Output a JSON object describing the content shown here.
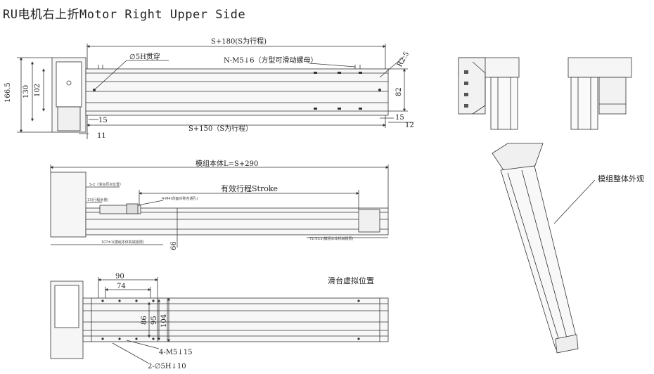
{
  "title": "RU电机右上折Motor Right Upper Side",
  "top_view": {
    "dim_overall": "S+180(S为行程)",
    "hole_through": "∅5H贯穿",
    "thread_spec": "N-M5↓6（方型可滑动螺母）",
    "radius": "R2.5",
    "dim_1665": "166.5",
    "dim_130": "130",
    "dim_102": "102",
    "dim_82": "82",
    "dim_15_left": "15",
    "dim_11": "11",
    "dim_15_right": "15",
    "dim_12": "12",
    "dim_stroke": "S+150（S为行程）"
  },
  "side_view": {
    "dim_body": "模组本体L=S+290",
    "effective_stroke": "有效行程Stroke",
    "note_origin": "S-2（滑台原点位置）",
    "note_small": "13(行程余量)",
    "note_m4": "4-M4(背面对称含通孔)",
    "note_bottom": "107±1(模组本体机械极限)",
    "note_right": "72.5±1(模组本体机械极限)",
    "dim_66": "66"
  },
  "bottom_view": {
    "dim_90": "90",
    "dim_74": "74",
    "dim_86": "86",
    "dim_95": "95",
    "dim_104": "104",
    "thread_m5": "4-M5↓15",
    "hole_5h": "2-∅5H↓10",
    "slider_virtual": "滑台虚拟位置"
  },
  "iso_view": {
    "overall_look": "模组整体外观"
  },
  "colors": {
    "line": "#333333",
    "fill": "#f4f4f4",
    "dark": "#888888"
  }
}
